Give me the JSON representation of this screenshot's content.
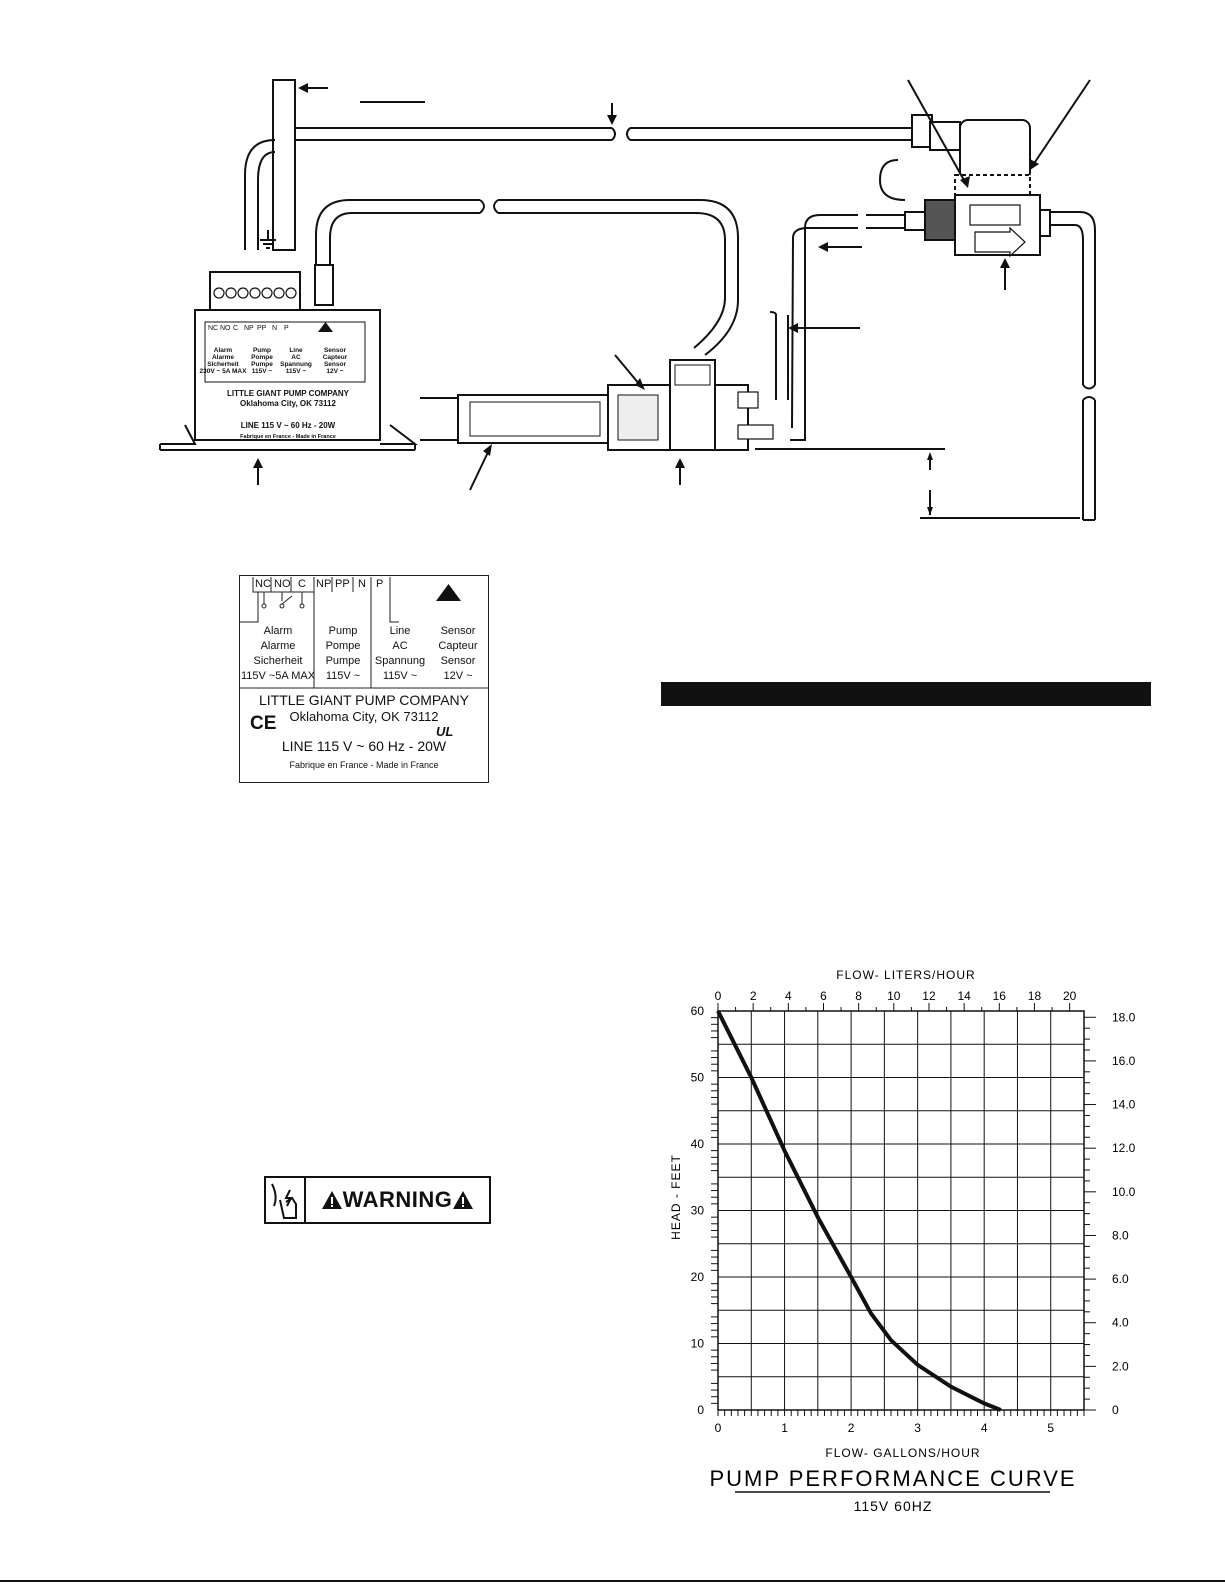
{
  "diagram": {
    "unit_label": {
      "terminals": [
        "NC",
        "NO",
        "C",
        "NP",
        "PP",
        "N",
        "P"
      ],
      "groups": [
        {
          "lines": [
            "Alarm",
            "Alarme",
            "Sicherheit",
            "230V ~ 5A MAX"
          ]
        },
        {
          "lines": [
            "Pump",
            "Pompe",
            "Pumpe",
            "115V ~"
          ]
        },
        {
          "lines": [
            "Line",
            "AC",
            "Spannung",
            "115V ~"
          ]
        },
        {
          "lines": [
            "Sensor",
            "Capteur",
            "Sensor",
            "12V ~"
          ]
        }
      ],
      "company": "LITTLE GIANT PUMP COMPANY",
      "city": "Oklahoma City, OK 73112",
      "line": "LINE 115 V ~ 60 Hz  - 20W",
      "fab": "Fabrique en France - Made in France"
    }
  },
  "label": {
    "terminals": [
      "NC",
      "NO",
      "C",
      "NP",
      "PP",
      "N",
      "P"
    ],
    "alarm": [
      "Alarm",
      "Alarme",
      "Sicherheit",
      "115V ~5A MAX"
    ],
    "pump": [
      "Pump",
      "Pompe",
      "Pumpe",
      "115V ~"
    ],
    "line": [
      "Line",
      "AC",
      "Spannung",
      "115V ~"
    ],
    "sensor": [
      "Sensor",
      "Capteur",
      "Sensor",
      "12V ~"
    ],
    "company": "LITTLE GIANT PUMP COMPANY",
    "city": "Oklahoma City, OK 73112",
    "ce_mark": "CE",
    "ul_mark": "UL",
    "power": "LINE 115 V ~ 60 Hz  - 20W",
    "fab": "Fabrique en France - Made in France"
  },
  "warning": {
    "label": "WARNING",
    "icon": "electric-shock-hand-icon"
  },
  "chart_data": {
    "type": "line",
    "title": "PUMP PERFORMANCE CURVE",
    "subtitle": "115V 60HZ",
    "xlabel": "FLOW- GALLONS/HOUR",
    "x2label": "FLOW- LITERS/HOUR",
    "ylabel": "HEAD - FEET",
    "xlim": [
      0,
      5.5
    ],
    "ylim": [
      0,
      60
    ],
    "x_ticks": [
      "0",
      "1",
      "2",
      "3",
      "4",
      "5"
    ],
    "x2_ticks": [
      "0",
      "2",
      "4",
      "6",
      "8",
      "10",
      "12",
      "14",
      "16",
      "18",
      "20"
    ],
    "y_ticks": [
      "0",
      "10",
      "20",
      "30",
      "40",
      "50",
      "60"
    ],
    "y2_ticks": [
      "0",
      "2.0",
      "4.0",
      "6.0",
      "8.0",
      "10.0",
      "12.0",
      "14.0",
      "16.0",
      "18.0"
    ],
    "grid": true,
    "series": [
      {
        "x": [
          0,
          0.5,
          1.0,
          1.5,
          2.0,
          2.3,
          2.6,
          3.0,
          3.5,
          4.0,
          4.25
        ],
        "y": [
          60,
          50,
          39,
          29,
          20,
          14.5,
          10.5,
          6.8,
          3.5,
          1.0,
          0
        ]
      }
    ]
  }
}
